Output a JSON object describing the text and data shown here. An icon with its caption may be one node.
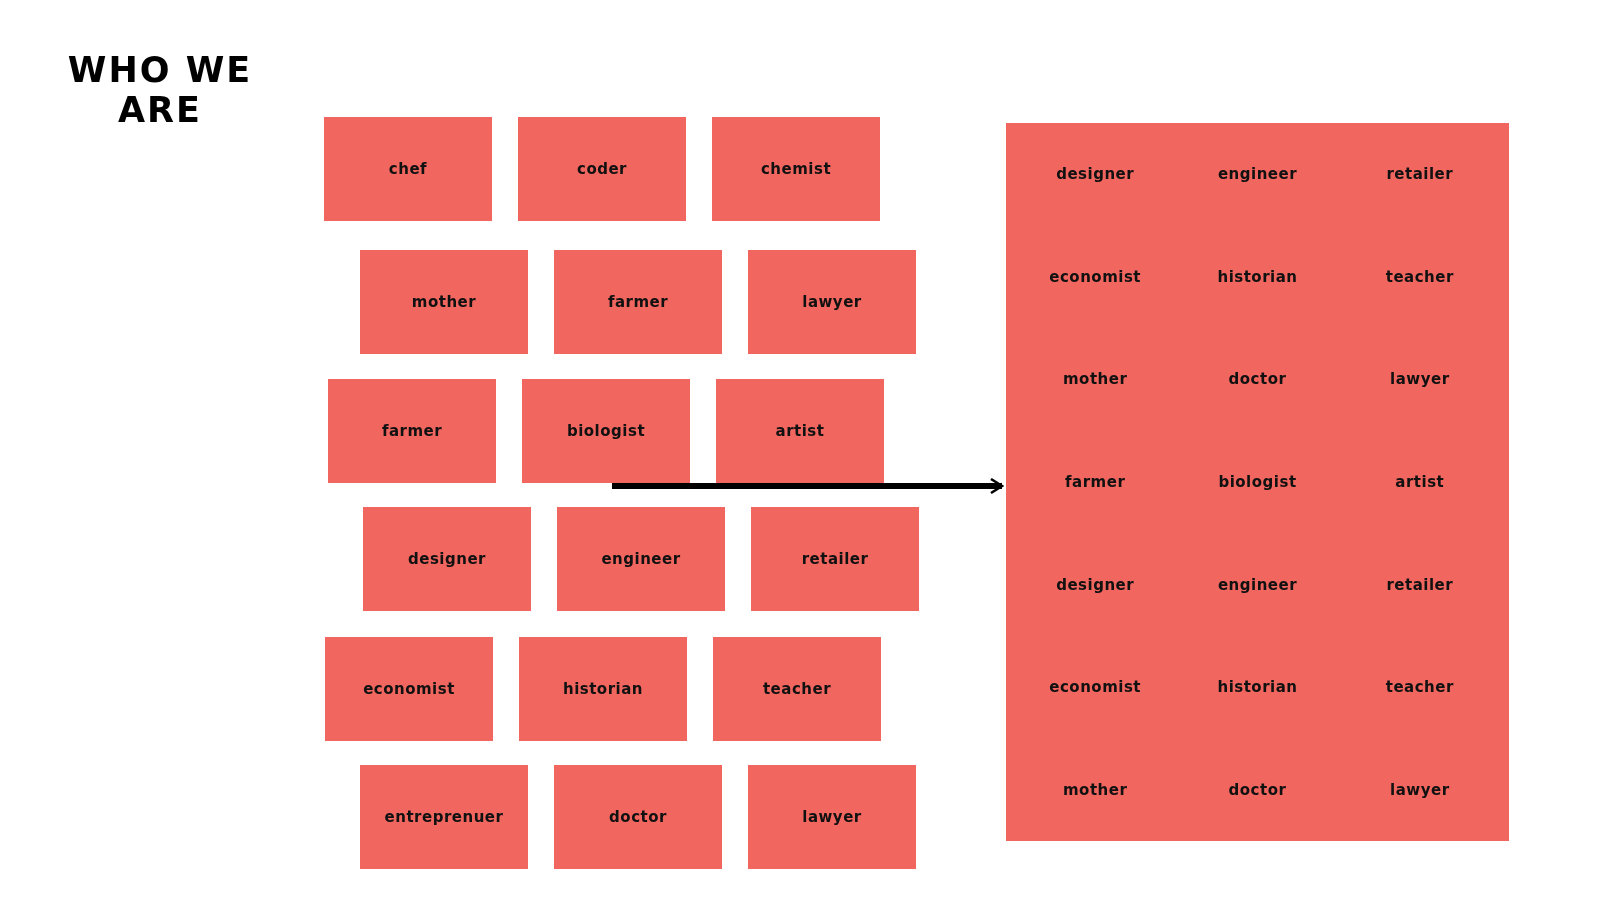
{
  "diagram": {
    "title": "WHO WE ARE",
    "nodes": [
      {
        "text": [
          "chef"
        ]
      },
      {
        "text": [
          "coder"
        ]
      },
      {
        "text": [
          "chemist"
        ]
      },
      {
        "text": [
          "mother"
        ]
      },
      {
        "text": [
          "farmer"
        ]
      },
      {
        "text": [
          "lawyer"
        ]
      },
      {
        "text": [
          "farmer"
        ]
      },
      {
        "text": [
          "biologist"
        ]
      },
      {
        "text": [
          "artist"
        ]
      },
      {
        "text": [
          "designer"
        ]
      },
      {
        "text": [
          "engineer"
        ]
      },
      {
        "text": [
          "retailer"
        ]
      },
      {
        "text": [
          "economist"
        ]
      },
      {
        "text": [
          "historian"
        ]
      },
      {
        "text": [
          "teacher"
        ]
      },
      {
        "text": [
          "entreprenuer"
        ]
      },
      {
        "text": [
          "doctor"
        ]
      },
      {
        "text": [
          "lawyer"
        ]
      },
      {
        "text": [
          "designer",
          "engineer",
          "retailer",
          "economist",
          "historian",
          "teacher",
          "mother",
          "doctor",
          "lawyer",
          "farmer",
          "biologist",
          "artist",
          "designer",
          "engineer",
          "retailer",
          "economist",
          "historian",
          "teacher",
          "mother",
          "doctor",
          "lawyer"
        ]
      }
    ],
    "edges": [
      {
        "from": 7,
        "to": 18,
        "arrow": "to"
      }
    ]
  }
}
